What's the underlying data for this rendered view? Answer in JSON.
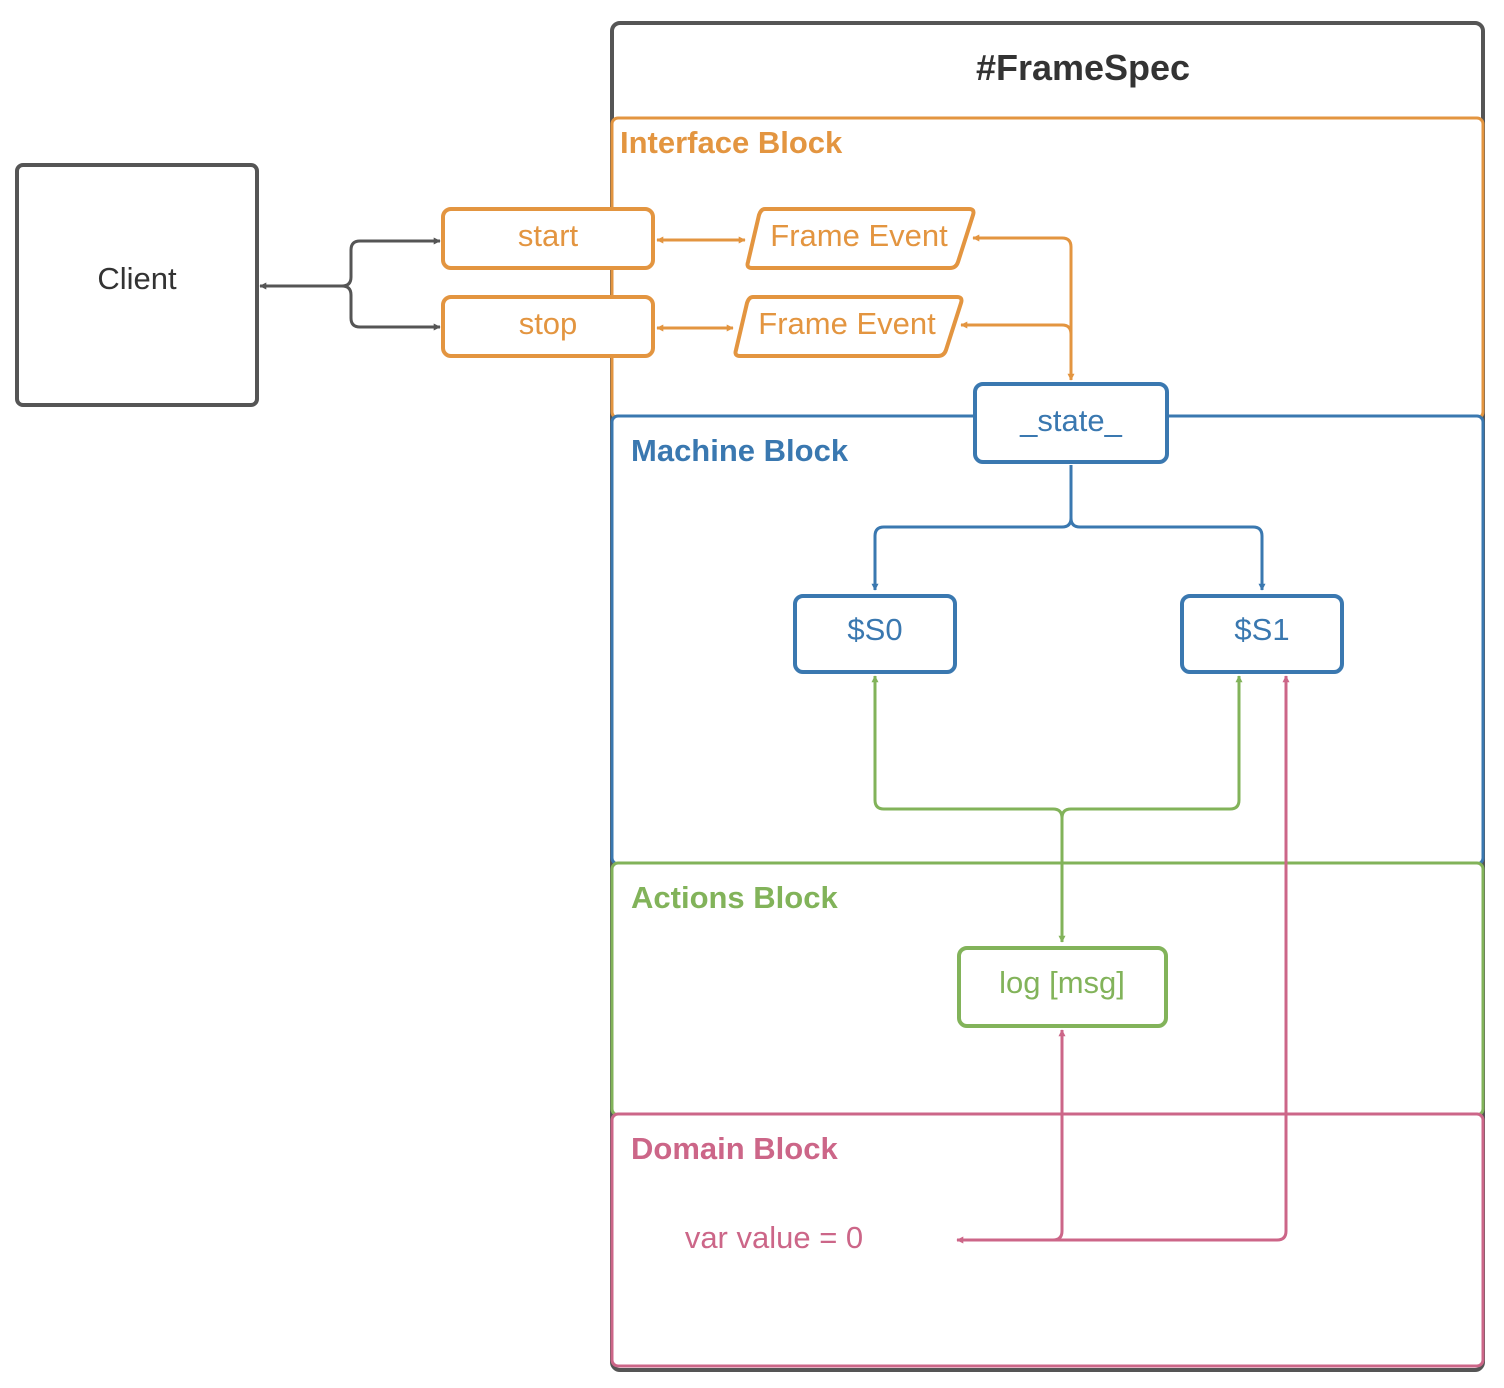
{
  "colors": {
    "gray": "#555555",
    "orange": "#E39540",
    "blue": "#3A78B0",
    "green": "#82B35A",
    "pink": "#CC6688",
    "text_dark": "#333333"
  },
  "client": {
    "label": "Client"
  },
  "spec": {
    "title": "#FrameSpec"
  },
  "interface_block": {
    "title": "Interface Block",
    "start_label": "start",
    "stop_label": "stop",
    "start_event_label": "Frame Event",
    "stop_event_label": "Frame Event"
  },
  "machine_block": {
    "title": "Machine Block",
    "state_label": "_state_",
    "s0_label": "$S0",
    "s1_label": "$S1"
  },
  "actions_block": {
    "title": "Actions Block",
    "log_label": "log [msg]"
  },
  "domain_block": {
    "title": "Domain Block",
    "var_label": "var value = 0"
  }
}
